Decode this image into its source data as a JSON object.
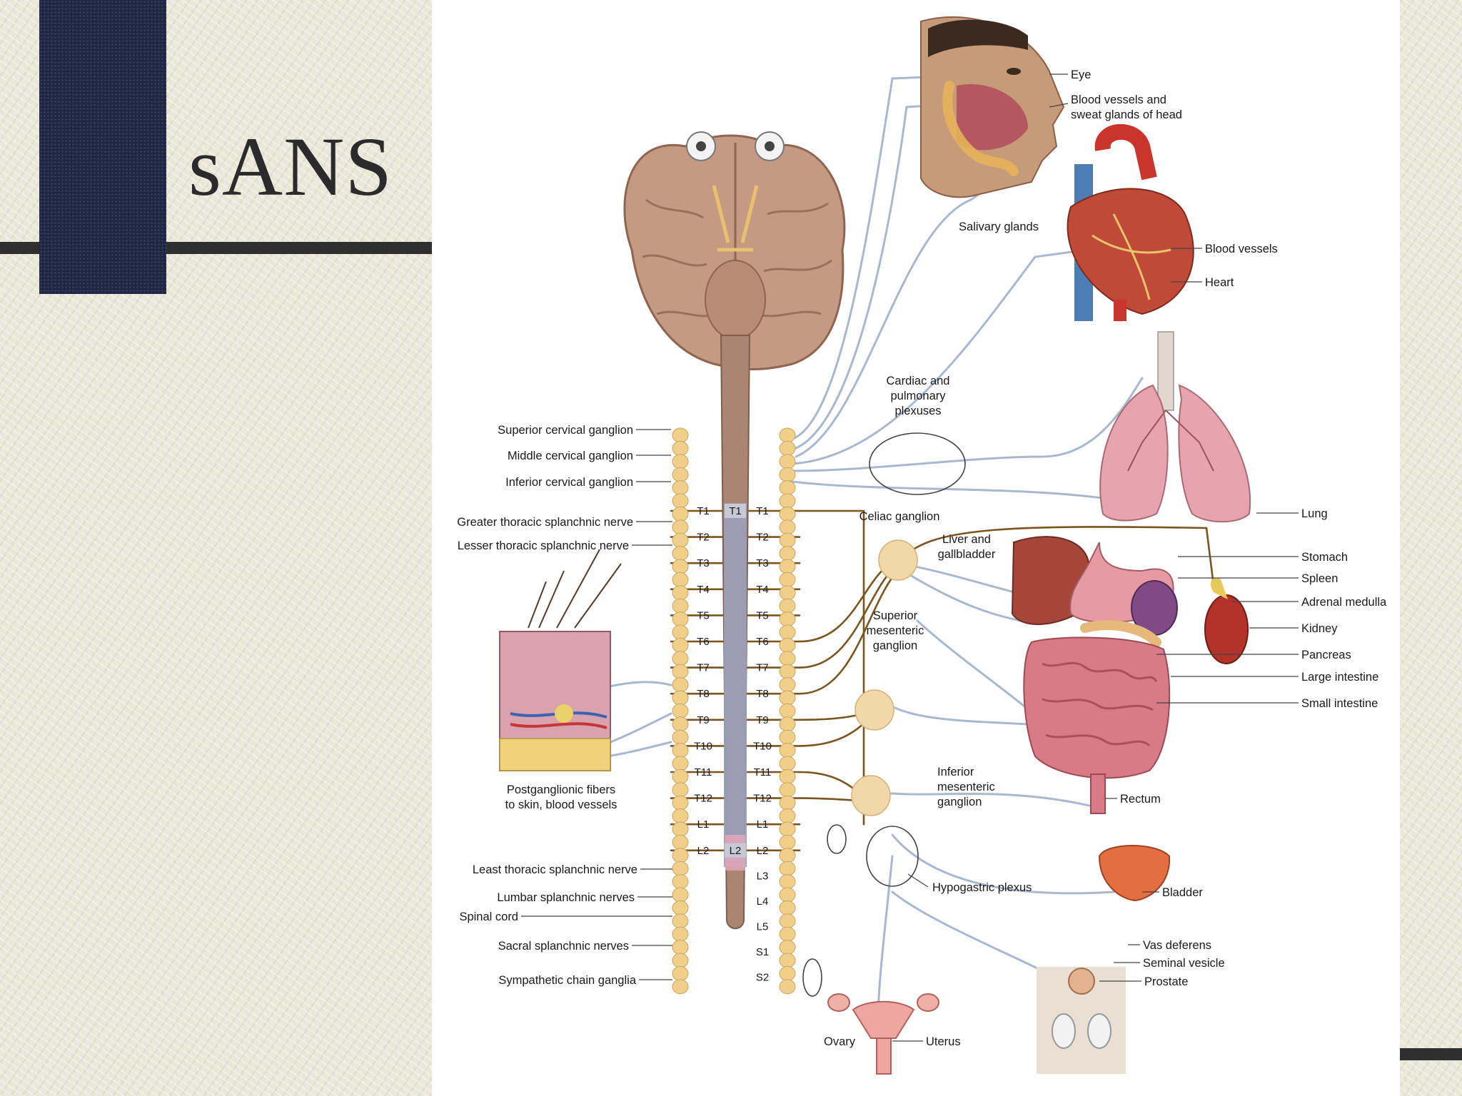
{
  "slide": {
    "title": "sANS"
  },
  "diagram": {
    "left_labels": [
      "Superior cervical ganglion",
      "Middle cervical ganglion",
      "Inferior cervical ganglion",
      "Greater thoracic splanchnic nerve",
      "Lesser thoracic splanchnic nerve",
      "Postganglionic fibers to skin, blood vessels",
      "Least thoracic splanchnic nerve",
      "Lumbar splanchnic nerves",
      "Spinal cord",
      "Sacral splanchnic nerves",
      "Sympathetic chain ganglia"
    ],
    "segments_left": [
      "T1",
      "T2",
      "T3",
      "T4",
      "T5",
      "T6",
      "T7",
      "T8",
      "T9",
      "T10",
      "T11",
      "T12",
      "L1",
      "L2"
    ],
    "segments_cord": [
      "T1",
      "L2"
    ],
    "segments_right": [
      "T1",
      "T2",
      "T3",
      "T4",
      "T5",
      "T6",
      "T7",
      "T8",
      "T9",
      "T10",
      "T11",
      "T12",
      "L1",
      "L2",
      "L3",
      "L4",
      "L5",
      "S1",
      "S2"
    ],
    "ganglia_labels": [
      "Cardiac and pulmonary plexuses",
      "Celiac ganglion",
      "Superior mesenteric ganglion",
      "Inferior mesenteric ganglion",
      "Hypogastric plexus"
    ],
    "organ_labels": [
      "Eye",
      "Blood vessels and sweat glands of head",
      "Salivary glands",
      "Blood vessels",
      "Heart",
      "Lung",
      "Liver and gallbladder",
      "Stomach",
      "Spleen",
      "Adrenal medulla",
      "Kidney",
      "Pancreas",
      "Large intestine",
      "Small intestine",
      "Rectum",
      "Bladder",
      "Vas deferens",
      "Seminal vesicle",
      "Prostate",
      "Ovary",
      "Uterus"
    ],
    "colors": {
      "postganglionic": "#a9b8cf",
      "preganglionic": "#7a5520",
      "chain": "#f0cf8a",
      "cord": "#a98670",
      "cord_gray": "#9aa0bd"
    }
  }
}
